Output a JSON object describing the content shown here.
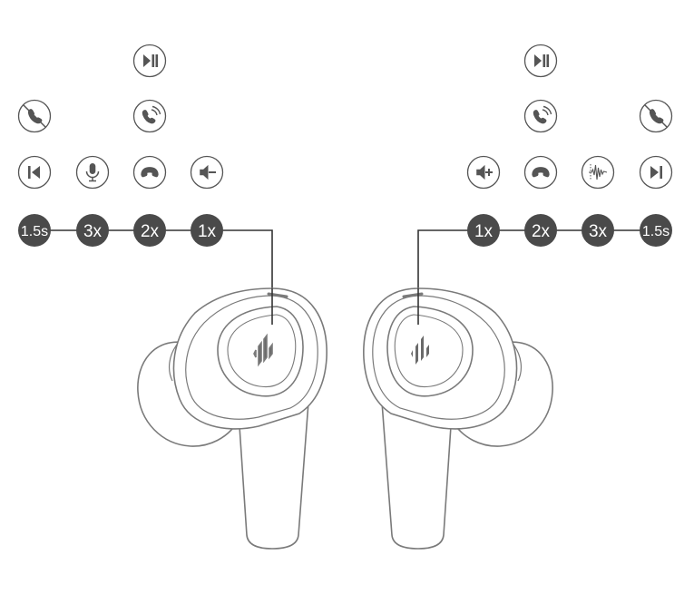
{
  "left_earbud": {
    "press_labels": [
      "1.5s",
      "3x",
      "2x",
      "1x"
    ],
    "functions": {
      "one_press": [
        "volume-down"
      ],
      "two_press": [
        "end-call",
        "answer-call",
        "play-pause"
      ],
      "three_press": [
        "voice-assistant"
      ],
      "long_press": [
        "previous-track",
        "reject-call"
      ]
    }
  },
  "right_earbud": {
    "press_labels": [
      "1x",
      "2x",
      "3x",
      "1.5s"
    ],
    "functions": {
      "one_press": [
        "volume-up"
      ],
      "two_press": [
        "end-call",
        "answer-call",
        "play-pause"
      ],
      "three_press": [
        "noise-mode"
      ],
      "long_press": [
        "next-track",
        "reject-call"
      ]
    }
  },
  "colors": {
    "badge_fill": "#4a4a4a",
    "icon_stroke": "#555555",
    "line": "#333333",
    "earbud_stroke": "#7a7a7a"
  }
}
